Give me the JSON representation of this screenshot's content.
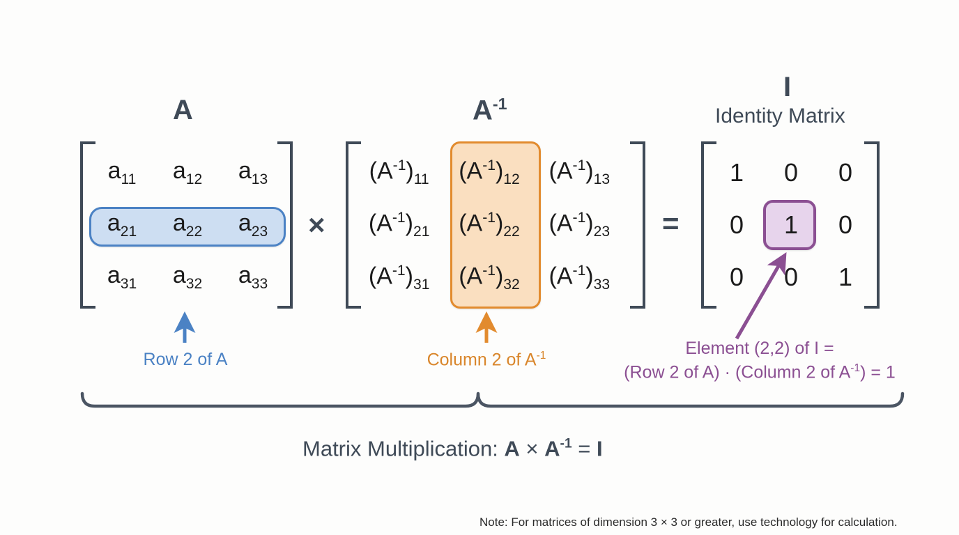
{
  "background": "#fdfdfc",
  "colors": {
    "ink": "#3f4a57",
    "blue": "#4b82c4",
    "blue_fill": "#cddef2",
    "orange": "#e28b2e",
    "orange_fill": "#fadfc0",
    "purple": "#8b4f92",
    "purple_fill": "#e7d4ec"
  },
  "matrix_a": {
    "label": "A",
    "rows": [
      [
        "a11",
        "a12",
        "a13"
      ],
      [
        "a21",
        "a22",
        "a23"
      ],
      [
        "a31",
        "a32",
        "a33"
      ]
    ],
    "cells": [
      {
        "base": "a",
        "sub": "11"
      },
      {
        "base": "a",
        "sub": "12"
      },
      {
        "base": "a",
        "sub": "13"
      },
      {
        "base": "a",
        "sub": "21"
      },
      {
        "base": "a",
        "sub": "22"
      },
      {
        "base": "a",
        "sub": "23"
      },
      {
        "base": "a",
        "sub": "31"
      },
      {
        "base": "a",
        "sub": "32"
      },
      {
        "base": "a",
        "sub": "33"
      }
    ],
    "highlight": "row 2"
  },
  "matrix_ainv": {
    "label": "A",
    "label_exponent": "-1",
    "cells": [
      {
        "base": "(A⁻¹)",
        "sub": "11"
      },
      {
        "base": "(A⁻¹)",
        "sub": "12"
      },
      {
        "base": "(A⁻¹)",
        "sub": "13"
      },
      {
        "base": "(A⁻¹)",
        "sub": "21"
      },
      {
        "base": "(A⁻¹)",
        "sub": "22"
      },
      {
        "base": "(A⁻¹)",
        "sub": "23"
      },
      {
        "base": "(A⁻¹)",
        "sub": "31"
      },
      {
        "base": "(A⁻¹)",
        "sub": "32"
      },
      {
        "base": "(A⁻¹)",
        "sub": "33"
      }
    ],
    "highlight": "column 2"
  },
  "matrix_identity": {
    "label": "I",
    "subtitle": "Identity Matrix",
    "values": [
      "1",
      "0",
      "0",
      "0",
      "1",
      "0",
      "0",
      "0",
      "1"
    ],
    "highlight": "element (2,2)"
  },
  "operators": {
    "times": "×",
    "equals": "="
  },
  "annotations": {
    "row_label": "Row 2 of A",
    "column_label_base": "Column 2 of A",
    "column_label_exponent": "-1",
    "element_line1": "Element (2,2) of I =",
    "element_line2_a": "(Row 2 of A) · (Column 2 of A",
    "element_line2_exp": "-1",
    "element_line2_b": ") = 1"
  },
  "brace_caption": {
    "prefix": "Matrix Multiplication: ",
    "a": "A",
    "times": " × ",
    "ainv_base": "A",
    "ainv_exp": "-1",
    "equals": " = ",
    "identity": "I"
  },
  "footer": {
    "note": "Note: For matrices of dimension 3 × 3 or greater, use technology for calculation."
  }
}
